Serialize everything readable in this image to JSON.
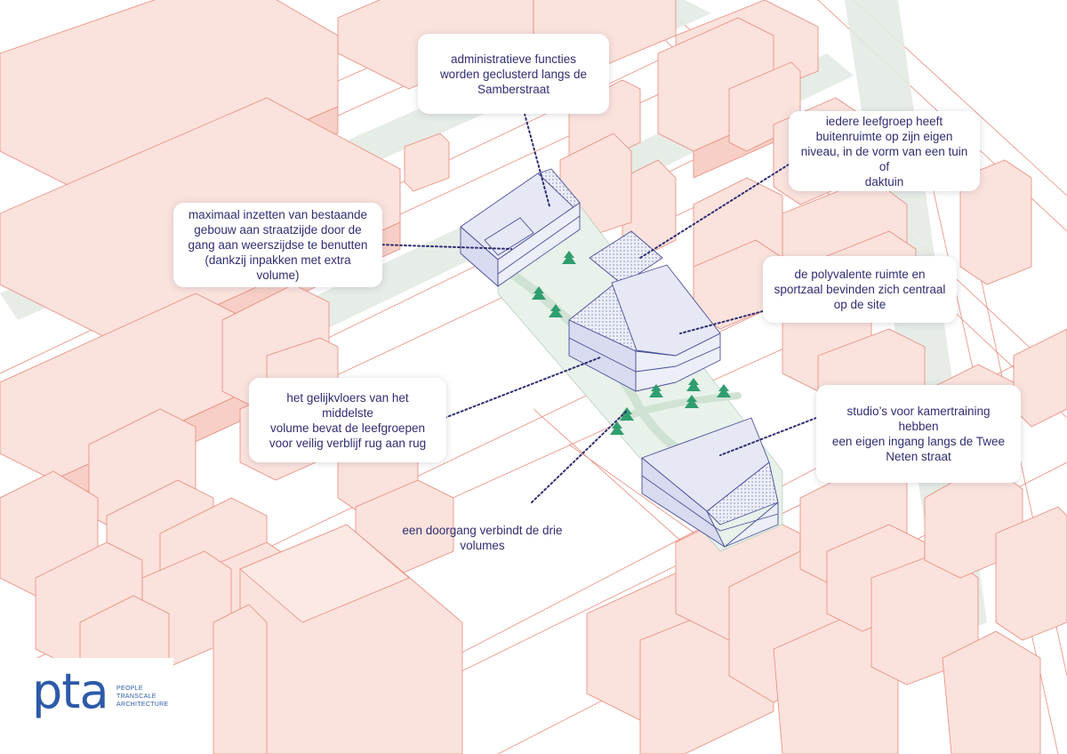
{
  "callouts": {
    "administratief": "administratieve functies\nworden geclusterd langs de\nSamberstraat",
    "leefgroep_buitenruimte": "iedere leefgroep heeft\nbuitenruimte op zijn eigen\nniveau, in de vorm van een tuin of\ndaktuin",
    "bestaande_gebouw": "maximaal inzetten van bestaande\ngebouw aan straatzijde door de\ngang aan weerszijdse te benutten\n(dankzij inpakken met extra volume)",
    "polyvalente_ruimte": "de polyvalente ruimte en\nsportzaal bevinden zich centraal\nop de site",
    "gelijkvloers": "het gelijkvloers van het middelste\nvolume bevat de leefgroepen\nvoor veilig verblijf rug aan rug",
    "studios": "studio’s voor kamertraining hebben\neen eigen ingang langs de Twee\nNeten straat",
    "doorgang": "een doorgang verbindt de drie\nvolumes"
  },
  "logo": {
    "mark": "pta",
    "line1": "PEOPLE",
    "line2": "TRANSCALE",
    "line3": "ARCHITECTURE"
  },
  "colors": {
    "context_fill": "#fbe2dc",
    "context_stroke": "#e98b7d",
    "project_fill": "#e6e8f6",
    "project_stroke": "#4b4f9a",
    "garden": "#e8f1ea",
    "tree": "#2f9e6e",
    "leader": "#2e2e72",
    "text": "#2e2e72",
    "logo": "#2d5aa8"
  }
}
